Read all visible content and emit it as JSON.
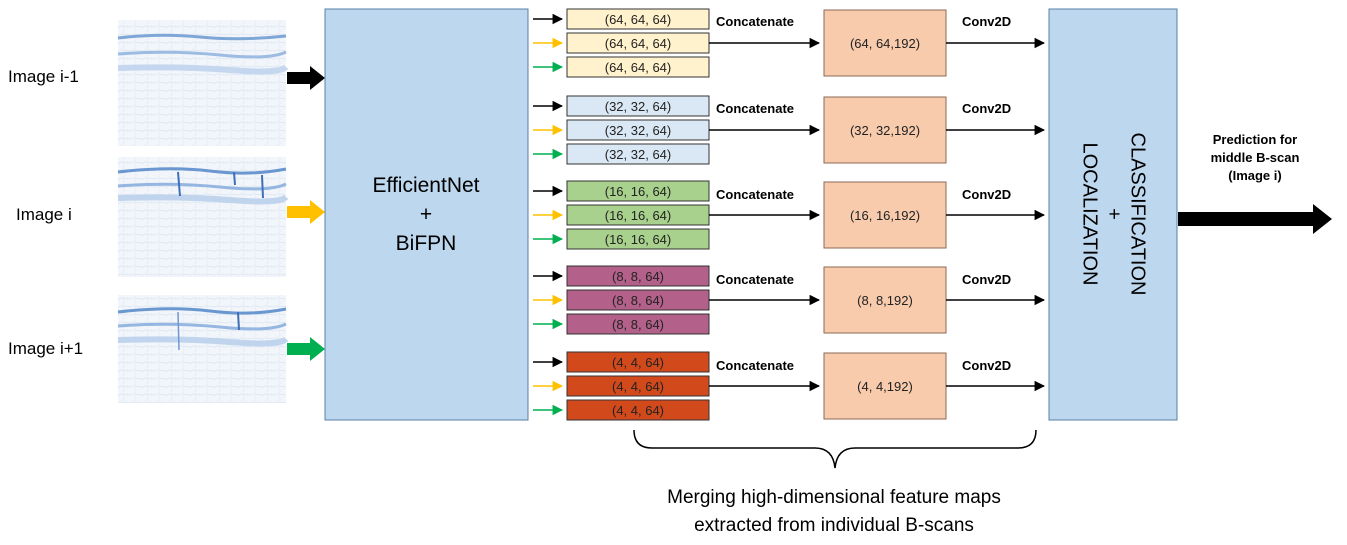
{
  "inputs": [
    {
      "label": "Image i-1",
      "arrow_color": "#000000"
    },
    {
      "label": "Image i",
      "arrow_color": "#ffc000"
    },
    {
      "label": "Image i+1",
      "arrow_color": "#00b050"
    }
  ],
  "backbone": {
    "line1": "EfficientNet",
    "line2": "+",
    "line3": "BiFPN"
  },
  "levels": [
    {
      "shape": "(64, 64, 64)",
      "fill": "#fff2cc",
      "concat_label": "Concatenate",
      "merged": "(64, 64,192)",
      "conv_label": "Conv2D"
    },
    {
      "shape": "(32, 32, 64)",
      "fill": "#dae8f5",
      "concat_label": "Concatenate",
      "merged": "(32, 32,192)",
      "conv_label": "Conv2D"
    },
    {
      "shape": "(16, 16, 64)",
      "fill": "#a9d18e",
      "concat_label": "Concatenate",
      "merged": "(16, 16,192)",
      "conv_label": "Conv2D"
    },
    {
      "shape": "(8, 8, 64)",
      "fill": "#b3618a",
      "concat_label": "Concatenate",
      "merged": "(8, 8,192)",
      "conv_label": "Conv2D"
    },
    {
      "shape": "(4, 4, 64)",
      "fill": "#d24a1c",
      "concat_label": "Concatenate",
      "merged": "(4, 4,192)",
      "conv_label": "Conv2D"
    }
  ],
  "head": {
    "line1": "CLASSIFICATION",
    "line2": "+",
    "line3": "LOCALIZATION"
  },
  "output": {
    "line1": "Prediction for",
    "line2": "middle B-scan",
    "line3": "(Image i)"
  },
  "brace_caption": {
    "line1": "Merging high-dimensional feature maps",
    "line2": "extracted from individual B-scans"
  },
  "colors": {
    "backbone": "#bdd7ee",
    "merged": "#f8cbad",
    "arrow_black": "#000000",
    "arrow_yellow": "#ffc000",
    "arrow_green": "#00b050"
  }
}
